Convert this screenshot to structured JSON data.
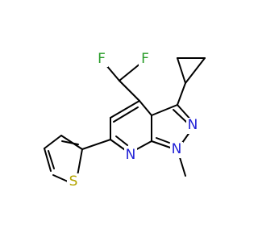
{
  "molecule": {
    "atoms": [
      {
        "id": "F1",
        "label": "F",
        "color": "#2a9d2a"
      },
      {
        "id": "F2",
        "label": "F",
        "color": "#2a9d2a"
      },
      {
        "id": "N1",
        "label": "N",
        "color": "#2121d6"
      },
      {
        "id": "N2",
        "label": "N",
        "color": "#2121d6"
      },
      {
        "id": "N3",
        "label": "N",
        "color": "#2121d6"
      },
      {
        "id": "S1",
        "label": "S",
        "color": "#b3a400"
      }
    ],
    "bond_color": "#000000",
    "background": "#ffffff"
  }
}
